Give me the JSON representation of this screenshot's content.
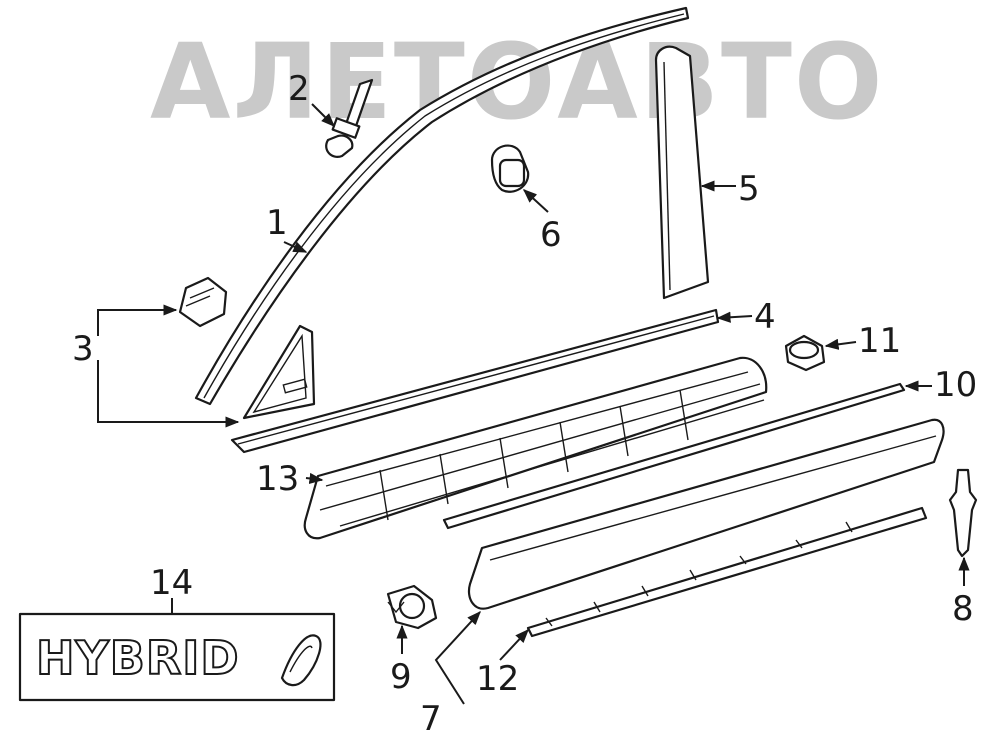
{
  "watermark": {
    "text": "АЛЕТОАВТО",
    "color": "#c9c9c9"
  },
  "colors": {
    "line": "#1a1a1a",
    "background": "#ffffff"
  },
  "callouts": [
    {
      "id": "1",
      "label": "1"
    },
    {
      "id": "2",
      "label": "2"
    },
    {
      "id": "3",
      "label": "3"
    },
    {
      "id": "4",
      "label": "4"
    },
    {
      "id": "5",
      "label": "5"
    },
    {
      "id": "6",
      "label": "6"
    },
    {
      "id": "7",
      "label": "7"
    },
    {
      "id": "8",
      "label": "8"
    },
    {
      "id": "9",
      "label": "9"
    },
    {
      "id": "10",
      "label": "10"
    },
    {
      "id": "11",
      "label": "11"
    },
    {
      "id": "12",
      "label": "12"
    },
    {
      "id": "13",
      "label": "13"
    },
    {
      "id": "14",
      "label": "14"
    }
  ],
  "emblem": {
    "text": "HYBRID"
  }
}
